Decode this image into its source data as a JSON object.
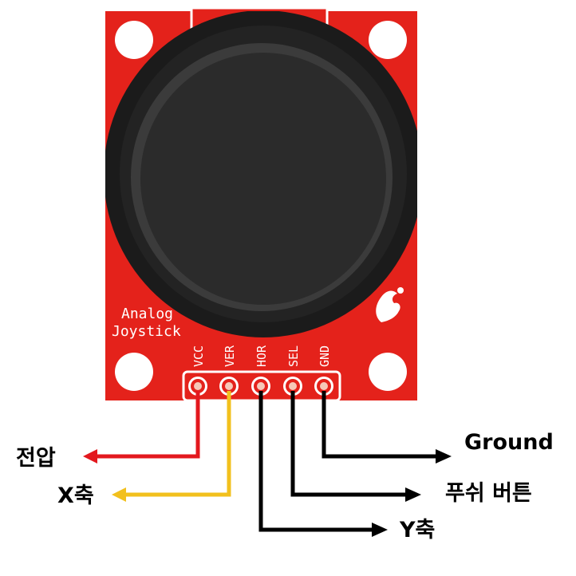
{
  "board": {
    "text_line1": "Analog",
    "text_line2": "Joystick",
    "colors": {
      "pcb": "#e4221b",
      "hole": "#ffffff",
      "joystick_outer": "#1b1b1b",
      "joystick_cap": "#2c2c2c"
    }
  },
  "pins": [
    {
      "label": "VCC"
    },
    {
      "label": "VER"
    },
    {
      "label": "HOR"
    },
    {
      "label": "SEL"
    },
    {
      "label": "GND"
    }
  ],
  "connections": [
    {
      "pin": "VCC",
      "label": "전압",
      "color": "#e3181e",
      "direction": "left"
    },
    {
      "pin": "VER",
      "label": "X축",
      "color": "#f2c01d",
      "direction": "left"
    },
    {
      "pin": "HOR",
      "label": "Y축",
      "color": "#000000",
      "direction": "right"
    },
    {
      "pin": "SEL",
      "label": "푸쉬 버튼",
      "color": "#000000",
      "direction": "right"
    },
    {
      "pin": "GND",
      "label": "Ground",
      "color": "#000000",
      "direction": "right"
    }
  ],
  "icons": [
    "sparkfun-flame-icon"
  ]
}
